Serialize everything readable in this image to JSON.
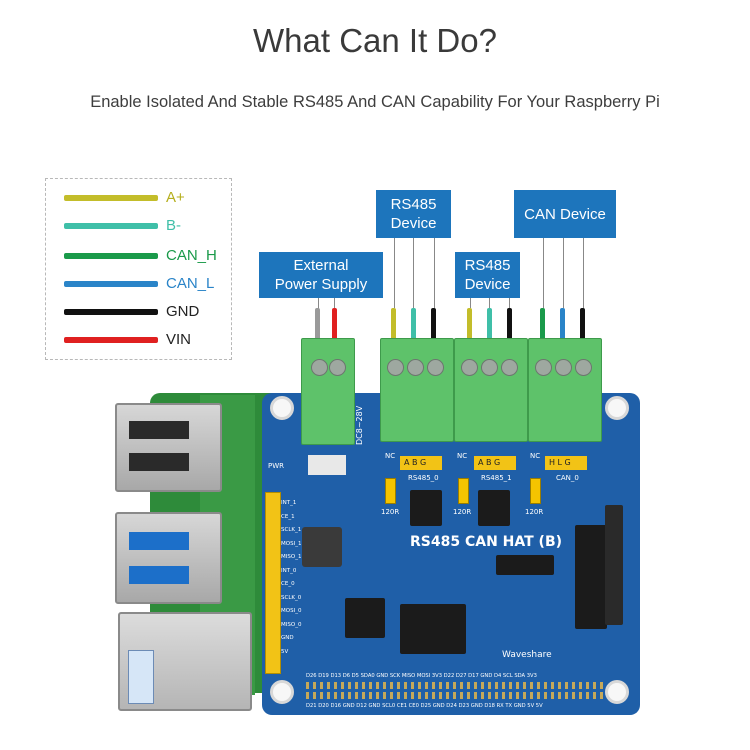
{
  "heading": {
    "title": "What Can It Do?",
    "subtitle": "Enable Isolated And Stable RS485 And CAN Capability For Your Raspberry Pi"
  },
  "legend": {
    "items": [
      {
        "label": "A+",
        "color": "#c3bd2a"
      },
      {
        "label": "B-",
        "color": "#3fbfa8"
      },
      {
        "label": "CAN_H",
        "color": "#1a9a4a"
      },
      {
        "label": "CAN_L",
        "color": "#2a84c8"
      },
      {
        "label": "GND",
        "color": "#111111"
      },
      {
        "label": "VIN",
        "color": "#e02020"
      }
    ]
  },
  "callouts": {
    "external_power": "External\nPower Supply",
    "rs485_device_1": "RS485\nDevice",
    "rs485_device_2": "RS485\nDevice",
    "can_device": "CAN Device"
  },
  "board": {
    "name": "RS485 CAN HAT (B)",
    "brand": "Waveshare",
    "power_label": "DC8~28V",
    "pwr": "PWR",
    "ports": [
      "RS485_0",
      "RS485_1",
      "CAN_0"
    ],
    "port_pins": [
      "A B G",
      "A B G",
      "H L G"
    ],
    "jumper_labels": [
      "NC",
      "NC",
      "NC"
    ],
    "resistor_labels": [
      "120R",
      "120R",
      "120R"
    ],
    "left_pins": [
      "INT_1",
      "CE_1",
      "SCLK_1",
      "MOSI_1",
      "MISO_1",
      "INT_0",
      "CE_0",
      "SCLK_0",
      "MOSI_0",
      "MISO_0",
      "GND",
      "5V"
    ],
    "gpio_top": "D26 D19 D13 D6 D5 SDA0 GND SCK MISO MOSI 3V3 D22 D27 D17 GND D4 SCL SDA 3V3",
    "gpio_bottom": "D21 D20 D16 GND D12 GND SCL0 CE1 CE0 D25 GND D24 D23 GND D18 RX TX GND 5V 5V"
  },
  "colors": {
    "callout_bg": "#1d75bc",
    "hat_pcb": "#1f5fa8",
    "pi_pcb": "#2e8b3a",
    "terminal": "#5ec26a"
  }
}
